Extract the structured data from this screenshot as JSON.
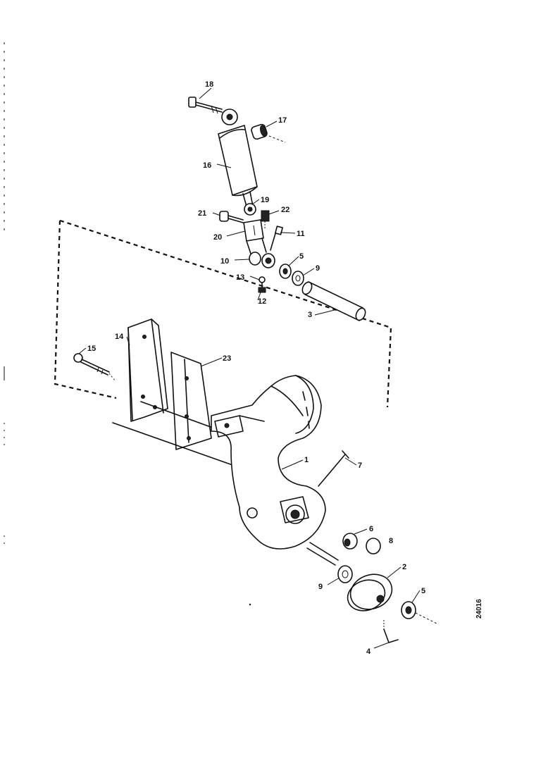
{
  "figure_number": "24016",
  "callouts": [
    {
      "id": "c18",
      "text": "18"
    },
    {
      "id": "c17",
      "text": "17"
    },
    {
      "id": "c16",
      "text": "16"
    },
    {
      "id": "c19",
      "text": "19"
    },
    {
      "id": "c21",
      "text": "21"
    },
    {
      "id": "c22",
      "text": "22"
    },
    {
      "id": "c20",
      "text": "20"
    },
    {
      "id": "c11",
      "text": "11"
    },
    {
      "id": "c10",
      "text": "10"
    },
    {
      "id": "c5a",
      "text": "5"
    },
    {
      "id": "c9a",
      "text": "9"
    },
    {
      "id": "c13",
      "text": "13"
    },
    {
      "id": "c12",
      "text": "12"
    },
    {
      "id": "c3",
      "text": "3"
    },
    {
      "id": "c14",
      "text": "14"
    },
    {
      "id": "c15",
      "text": "15"
    },
    {
      "id": "c23",
      "text": "23"
    },
    {
      "id": "c1",
      "text": "1"
    },
    {
      "id": "c7",
      "text": "7"
    },
    {
      "id": "c6",
      "text": "6"
    },
    {
      "id": "c8",
      "text": "8"
    },
    {
      "id": "c2",
      "text": "2"
    },
    {
      "id": "c9b",
      "text": "9"
    },
    {
      "id": "c5b",
      "text": "5"
    },
    {
      "id": "c4",
      "text": "4"
    }
  ]
}
